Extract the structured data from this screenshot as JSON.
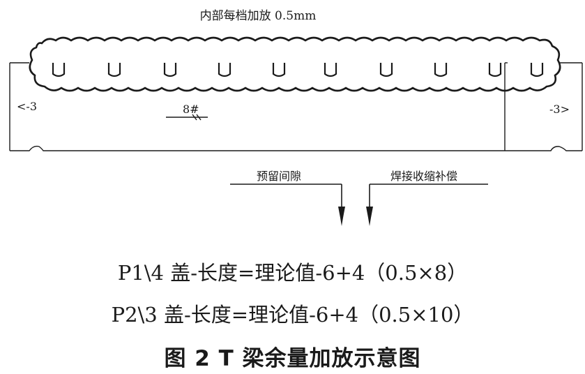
{
  "diagram": {
    "top_note": "内部每档加放 0.5mm",
    "left_end_label": "<-3",
    "right_end_label": "-3>",
    "bar_label": "8#",
    "gap_label": "预留间隙",
    "weld_label": "焊接收缩补偿",
    "formula_1": "P1\\4 盖-长度=理论值-6+4（0.5×8）",
    "formula_2": "P2\\3 盖-长度=理论值-6+4（0.5×10）",
    "caption": "图 2   T 梁余量加放示意图",
    "colors": {
      "ink": "#1a1a1a",
      "background": "#ffffff"
    }
  }
}
